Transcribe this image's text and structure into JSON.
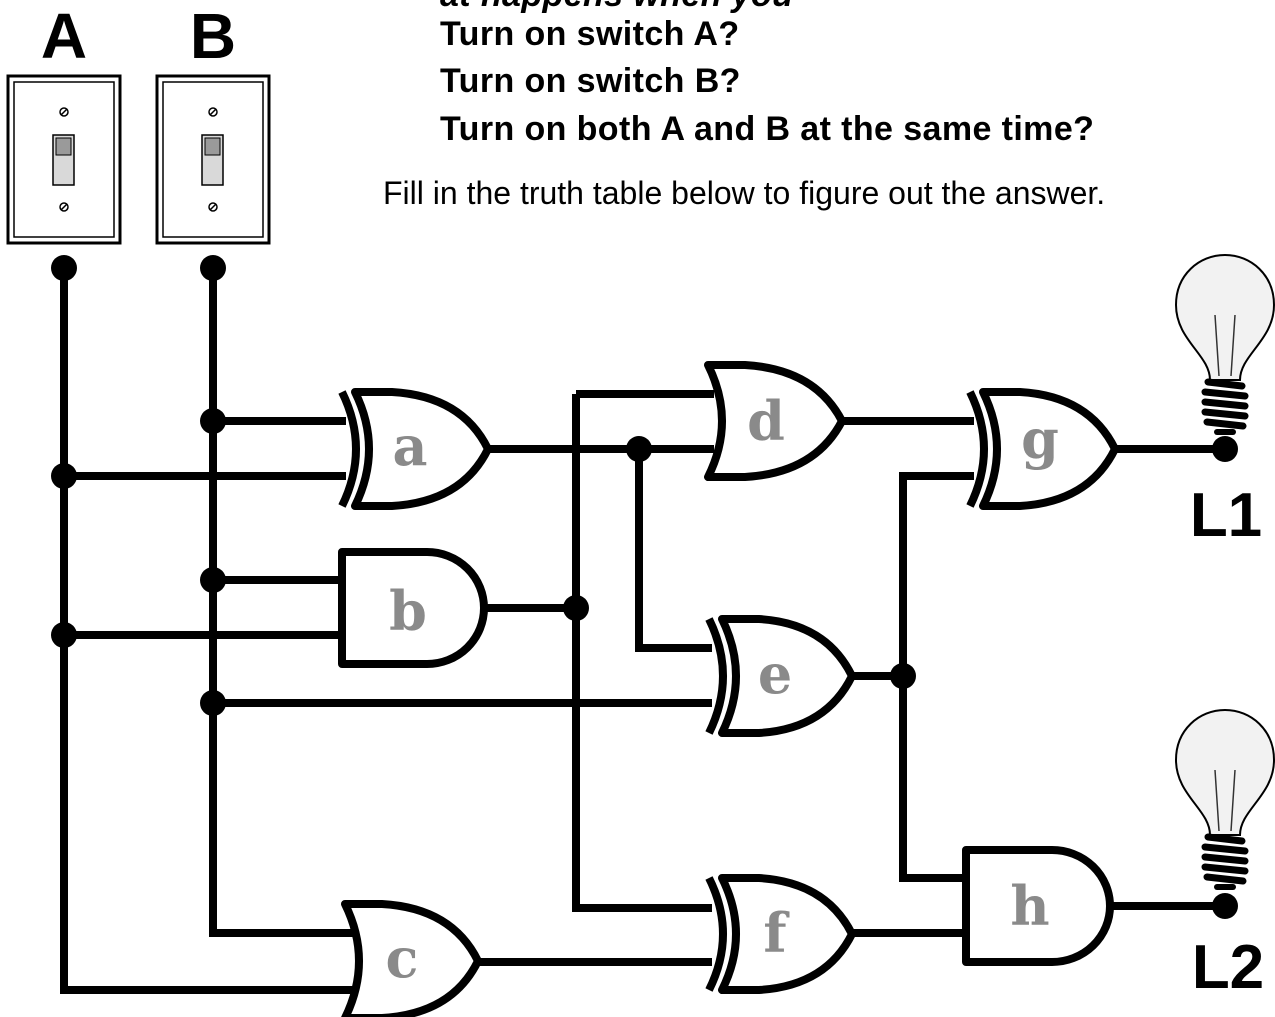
{
  "question": {
    "cut_line": "at happens when you",
    "items": [
      "Turn on switch A?",
      "Turn on switch B?",
      "Turn on both A and B at the same time?"
    ],
    "instruction": "Fill in the truth table below to figure out the answer."
  },
  "switches": [
    {
      "id": "A",
      "label": "A"
    },
    {
      "id": "B",
      "label": "B"
    }
  ],
  "gates": [
    {
      "id": "a",
      "label": "a",
      "type": "XOR",
      "inputs": [
        "B",
        "A"
      ]
    },
    {
      "id": "b",
      "label": "b",
      "type": "AND",
      "inputs": [
        "B",
        "A"
      ]
    },
    {
      "id": "c",
      "label": "c",
      "type": "OR",
      "inputs": [
        "B",
        "A"
      ]
    },
    {
      "id": "d",
      "label": "d",
      "type": "OR",
      "inputs": [
        "b",
        "a"
      ]
    },
    {
      "id": "e",
      "label": "e",
      "type": "XOR",
      "inputs": [
        "a",
        "B"
      ]
    },
    {
      "id": "f",
      "label": "f",
      "type": "XOR",
      "inputs": [
        "b",
        "c"
      ]
    },
    {
      "id": "g",
      "label": "g",
      "type": "XOR",
      "inputs": [
        "d",
        "e"
      ]
    },
    {
      "id": "h",
      "label": "h",
      "type": "AND",
      "inputs": [
        "e",
        "f"
      ]
    }
  ],
  "lamps": [
    {
      "id": "L1",
      "label": "L1",
      "input": "g"
    },
    {
      "id": "L2",
      "label": "L2",
      "input": "h"
    }
  ],
  "colors": {
    "wire": "#000000",
    "gate_label": "#8a8a8a",
    "bulb_fill": "#f2f2f2",
    "switch_toggle": "#d9d9d9"
  }
}
